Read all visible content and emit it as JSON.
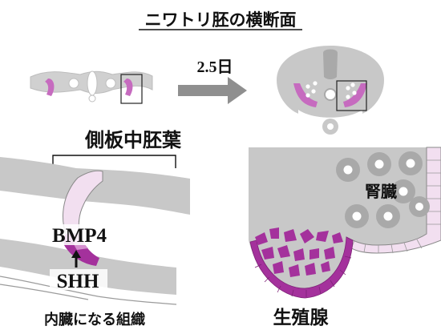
{
  "title": "ニワトリ胚の横断面",
  "time_label": "2.5日",
  "labels": {
    "lateral_plate": "側板中胚葉",
    "bmp4": "BMP4",
    "shh": "SHH",
    "visceral_tissue": "内臓になる組織",
    "kidney": "腎臓",
    "gonad": "生殖腺"
  },
  "colors": {
    "gray": "#c8c8c8",
    "dark_gray": "#a9a9a9",
    "magenta": "#a4319c",
    "light_magenta": "#d58fcf",
    "pale_pink": "#f2dff0",
    "arrow_gray": "#8f8f8f"
  }
}
